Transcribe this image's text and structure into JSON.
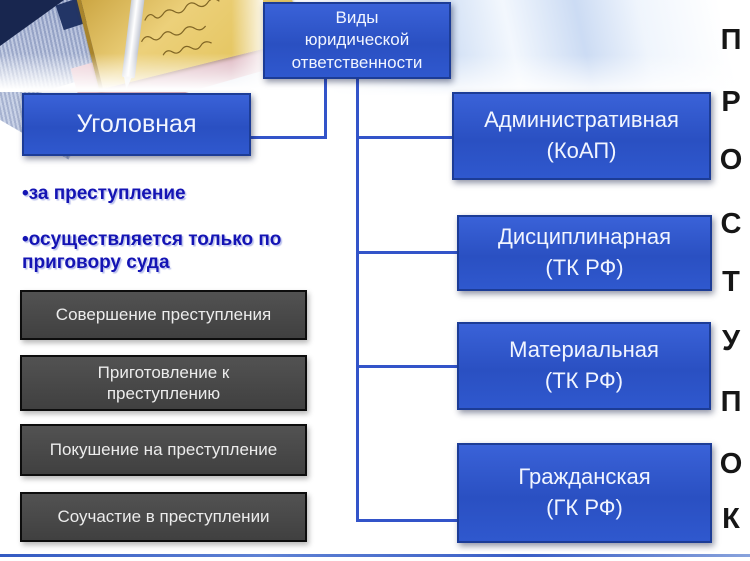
{
  "colors": {
    "node_blue": "#2e55cc",
    "node_border_blue": "#1c3c96",
    "connector_blue": "#3354c9",
    "dark_box_gray": "#474747",
    "bullet_text_blue": "#1414b4",
    "vertical_letter_black": "#161616",
    "bottom_bar_blue": "#3a5ec6"
  },
  "title_node": {
    "lines": [
      "Виды",
      "юридической",
      "ответственности"
    ]
  },
  "left": {
    "node": "Уголовная",
    "bullets": [
      "•за преступление",
      "•осуществляется только по приговору суда"
    ],
    "stages": [
      "Совершение преступления",
      "Приготовление к преступлению",
      "Покушение на преступление",
      "Соучастие в преступлении"
    ]
  },
  "right": {
    "nodes": [
      {
        "name": "Административная",
        "code": "(КоАП)"
      },
      {
        "name": "Дисциплинарная",
        "code": "(ТК РФ)"
      },
      {
        "name": "Материальная",
        "code": "(ТК РФ)"
      },
      {
        "name": "Гражданская",
        "code": "(ГК РФ)"
      }
    ],
    "vertical_word": [
      "П",
      "Р",
      "О",
      "С",
      "Т",
      "У",
      "П",
      "О",
      "К"
    ]
  }
}
